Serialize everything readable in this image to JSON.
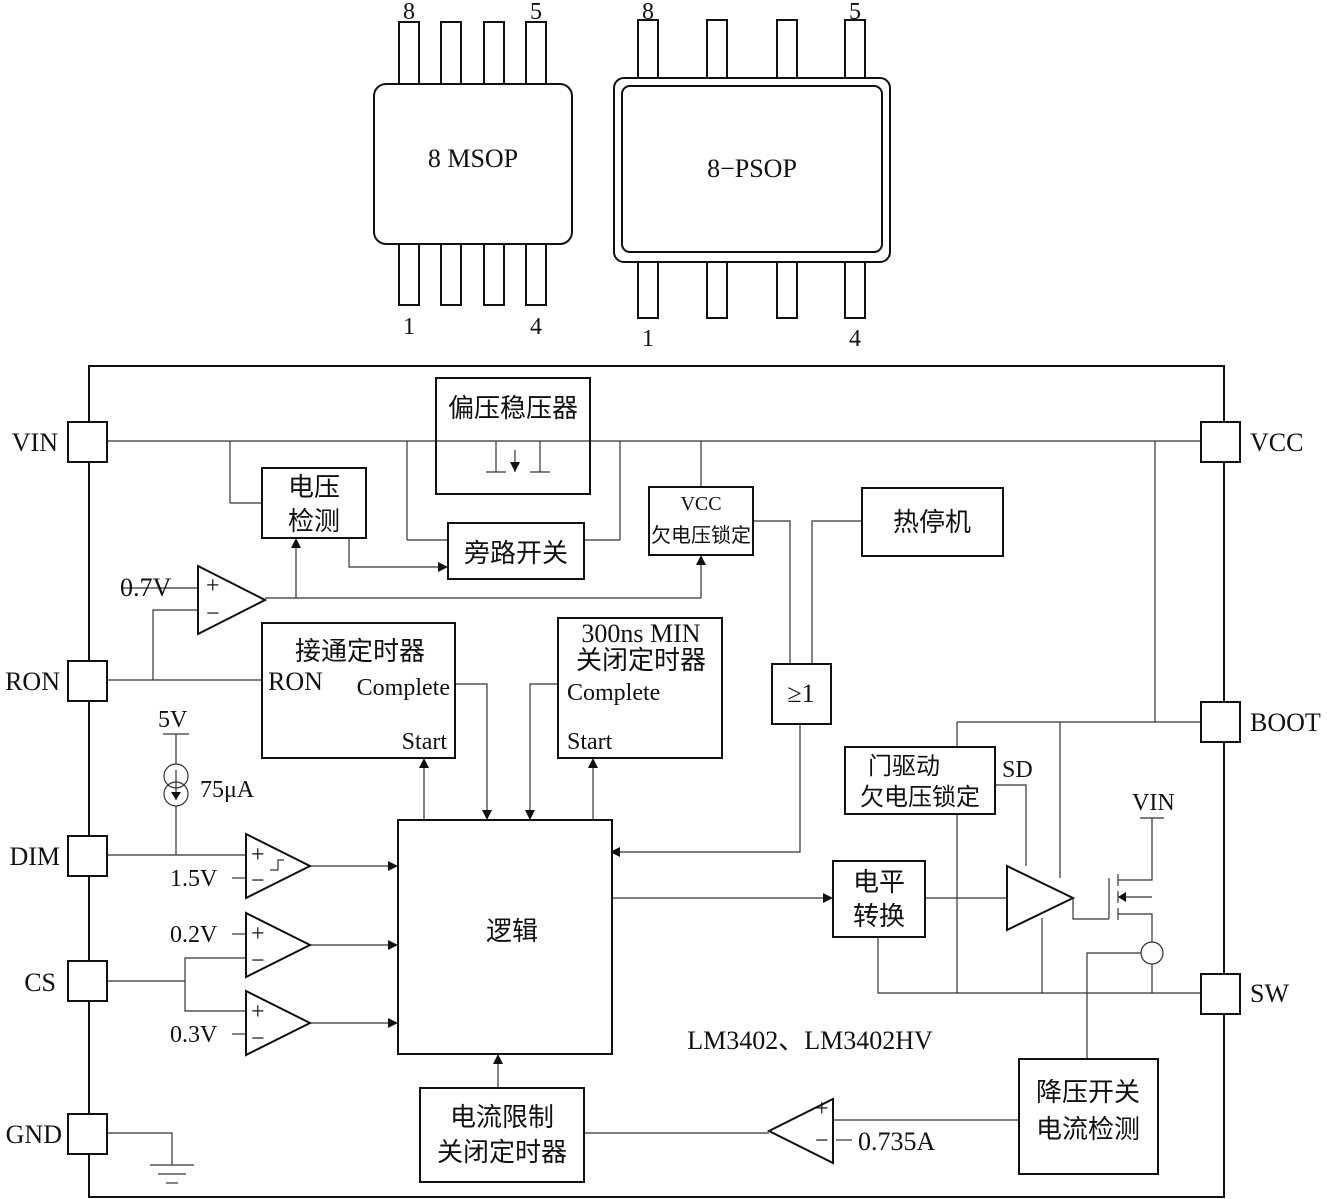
{
  "packages": {
    "msop": {
      "name": "8  MSOP",
      "pin_top_left": "8",
      "pin_top_right": "5",
      "pin_bottom_left": "1",
      "pin_bottom_right": "4"
    },
    "psop": {
      "name": "8−PSOP",
      "pin_top_left": "8",
      "pin_top_right": "5",
      "pin_bottom_left": "1",
      "pin_bottom_right": "4"
    }
  },
  "pins": {
    "vin": "VIN",
    "ron": "RON",
    "dim": "DIM",
    "cs": "CS",
    "gnd": "GND",
    "vcc": "VCC",
    "boot": "BOOT",
    "sw": "SW"
  },
  "blocks": {
    "bias_regulator": "偏压稳压器",
    "voltage_detect_1": "电压",
    "voltage_detect_2": "检测",
    "bypass_switch": "旁路开关",
    "vcc_uvlo_1": "VCC",
    "vcc_uvlo_2": "欠电压锁定",
    "thermal_shutdown": "热停机",
    "on_timer_title": "接通定时器",
    "on_timer_ron": "RON",
    "on_timer_complete": "Complete",
    "on_timer_start": "Start",
    "off_timer_title_1": "300ns MIN",
    "off_timer_title_2": "关闭定时器",
    "off_timer_complete": "Complete",
    "off_timer_start": "Start",
    "or_gate": "≥1",
    "logic": "逻辑",
    "gate_drive_uvlo_1": "门驱动",
    "gate_drive_uvlo_2": "欠电压锁定",
    "sd": "SD",
    "level_shift_1": "电平",
    "level_shift_2": "转换",
    "vin_internal": "VIN",
    "current_limit_1": "电流限制",
    "current_limit_2": "关闭定时器",
    "buck_sense_1": "降压开关",
    "buck_sense_2": "电流检测",
    "part_number": "LM3402、LM3402HV"
  },
  "references": {
    "v07": "0.7V",
    "v5": "5V",
    "i75": "75μA",
    "v15": "1.5V",
    "v02": "0.2V",
    "v03": "0.3V",
    "i0735": "0.735A"
  }
}
